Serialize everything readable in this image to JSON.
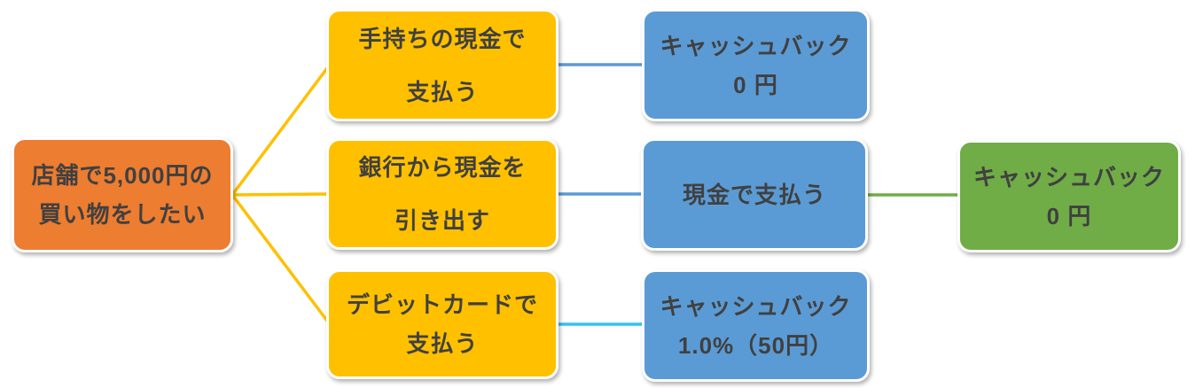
{
  "palette": {
    "orange": "#ED7D31",
    "yellow": "#FFC000",
    "blue": "#5B9BD5",
    "green": "#70AD47",
    "cyan": "#35C3EE",
    "text": "#404040",
    "box_border": "#FFFFFF",
    "background": "#FFFFFF"
  },
  "nodes": {
    "root": {
      "color": "#ED7D31",
      "line1_pre": "店舗で",
      "line1_num": "5,000",
      "line1_post": "円の",
      "line2": "買い物をしたい"
    },
    "cash_on_hand": {
      "color": "#FFC000",
      "line1": "手持ちの現金で",
      "line2": "支払う"
    },
    "withdraw": {
      "color": "#FFC000",
      "line1": "銀行から現金を",
      "line2": "引き出す"
    },
    "debit": {
      "color": "#FFC000",
      "line1": "デビットカードで",
      "line2": "支払う"
    },
    "cashback_zero_top": {
      "color": "#5B9BD5",
      "line1": "キャッシュバック",
      "line2_num": "0",
      "line2_post": " 円"
    },
    "pay_cash": {
      "color": "#5B9BD5",
      "line1": "現金で支払う"
    },
    "cashback_debit": {
      "color": "#5B9BD5",
      "line1": "キャッシュバック",
      "line2_num1": "1.0",
      "line2_mid": "%（",
      "line2_num2": "50",
      "line2_post": "円）"
    },
    "cashback_zero_right": {
      "color": "#70AD47",
      "line1": "キャッシュバック",
      "line2_num": "0",
      "line2_post": " 円"
    }
  },
  "edges": [
    {
      "from": "root",
      "to": "cash_on_hand",
      "color": "#FFC000"
    },
    {
      "from": "root",
      "to": "withdraw",
      "color": "#FFC000"
    },
    {
      "from": "root",
      "to": "debit",
      "color": "#FFC000"
    },
    {
      "from": "cash_on_hand",
      "to": "cashback_zero_top",
      "color": "#5B9BD5"
    },
    {
      "from": "withdraw",
      "to": "pay_cash",
      "color": "#5B9BD5"
    },
    {
      "from": "debit",
      "to": "cashback_debit",
      "color": "#35C3EE"
    },
    {
      "from": "pay_cash",
      "to": "cashback_zero_right",
      "color": "#70AD47"
    }
  ]
}
